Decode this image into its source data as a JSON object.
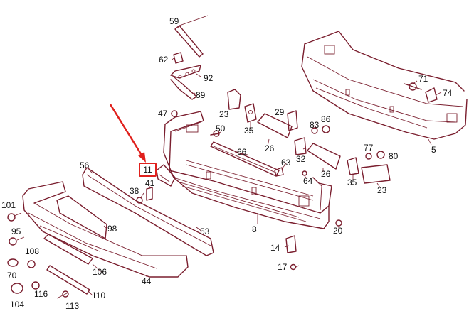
{
  "diagram": {
    "highlight_color": "#e0201c",
    "line_color": "#7a1e2e",
    "highlighted_part": "11",
    "part_numbers": {
      "p59": "59",
      "p62": "62",
      "p92": "92",
      "p89": "89",
      "p47": "47",
      "p23a": "23",
      "p50": "50",
      "p35a": "35",
      "p29": "29",
      "p86": "86",
      "p83": "83",
      "p71": "71",
      "p74": "74",
      "p66": "66",
      "p26a": "26",
      "p32": "32",
      "p26b": "26",
      "p77": "77",
      "p80": "80",
      "p5": "5",
      "p11": "11",
      "p41": "41",
      "p63": "63",
      "p64": "64",
      "p35b": "35",
      "p23b": "23",
      "p56": "56",
      "p38": "38",
      "p8": "8",
      "p20": "20",
      "p101": "101",
      "p98": "98",
      "p53": "53",
      "p95": "95",
      "p14": "14",
      "p108": "108",
      "p70": "70",
      "p106": "106",
      "p17": "17",
      "p44": "44",
      "p116": "116",
      "p110": "110",
      "p104": "104",
      "p113": "113"
    }
  }
}
